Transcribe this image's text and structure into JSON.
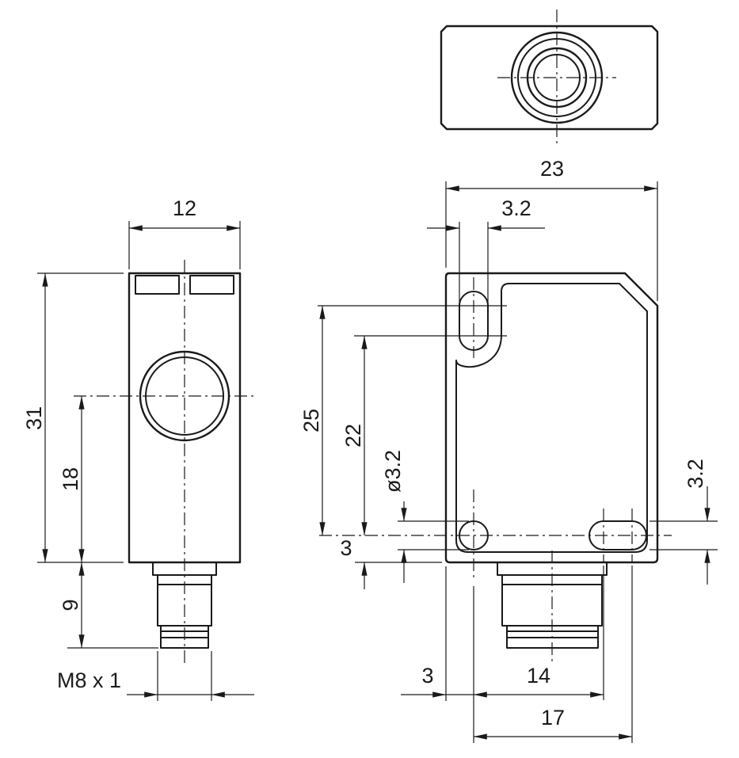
{
  "drawing": {
    "type": "technical-dimension-drawing",
    "line_color": "#1a1a1a",
    "background": "#ffffff",
    "views": {
      "top": {
        "name": "top view"
      },
      "side": {
        "name": "side view",
        "dims": {
          "width": "12",
          "height": "31",
          "center_to_bottom": "18",
          "connector_length": "9",
          "thread_label": "M8 x 1"
        }
      },
      "front": {
        "name": "front view",
        "dims": {
          "width": "23",
          "top_slot_width": "3.2",
          "top_slot_far_center": "25",
          "top_slot_near_center": "22",
          "hole_diameter": "ø3.2",
          "hole_center_to_bottom": "3",
          "side_slot_width": "3.2",
          "edge_to_hole_center": "3",
          "hole_to_slot_near_center": "14",
          "hole_to_slot_far_center": "17"
        }
      }
    }
  }
}
